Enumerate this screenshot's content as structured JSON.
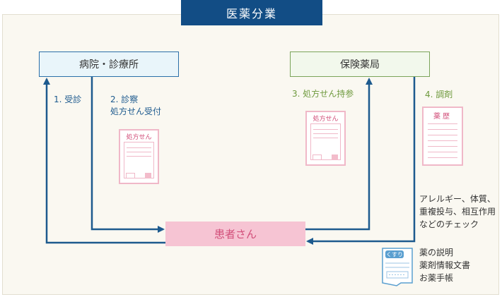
{
  "title": "医薬分業",
  "nodes": {
    "hospital": "病院・診療所",
    "pharmacy": "保険薬局",
    "patient": "患者さん"
  },
  "steps": {
    "step1": "1. 受診",
    "step2_line1": "2. 診察",
    "step2_line2": "処方せん受付",
    "step3": "3. 処方せん持参",
    "step4": "4. 調剤"
  },
  "documents": {
    "prescription": "処方せん",
    "medication_history": "薬歴",
    "notebook_label": "くすり"
  },
  "check_text": [
    "アレルギー、体質、",
    "重複投与、相互作用",
    "などのチェック"
  ],
  "provided_items": [
    "薬の説明",
    "薬剤情報文書",
    "お薬手帳"
  ],
  "colors": {
    "navy": "#124d85",
    "arrow_blue": "#1d5a8e",
    "green": "#6f9a3e",
    "pink": "#d24f7a",
    "pink_fill": "#f6c4d3"
  }
}
